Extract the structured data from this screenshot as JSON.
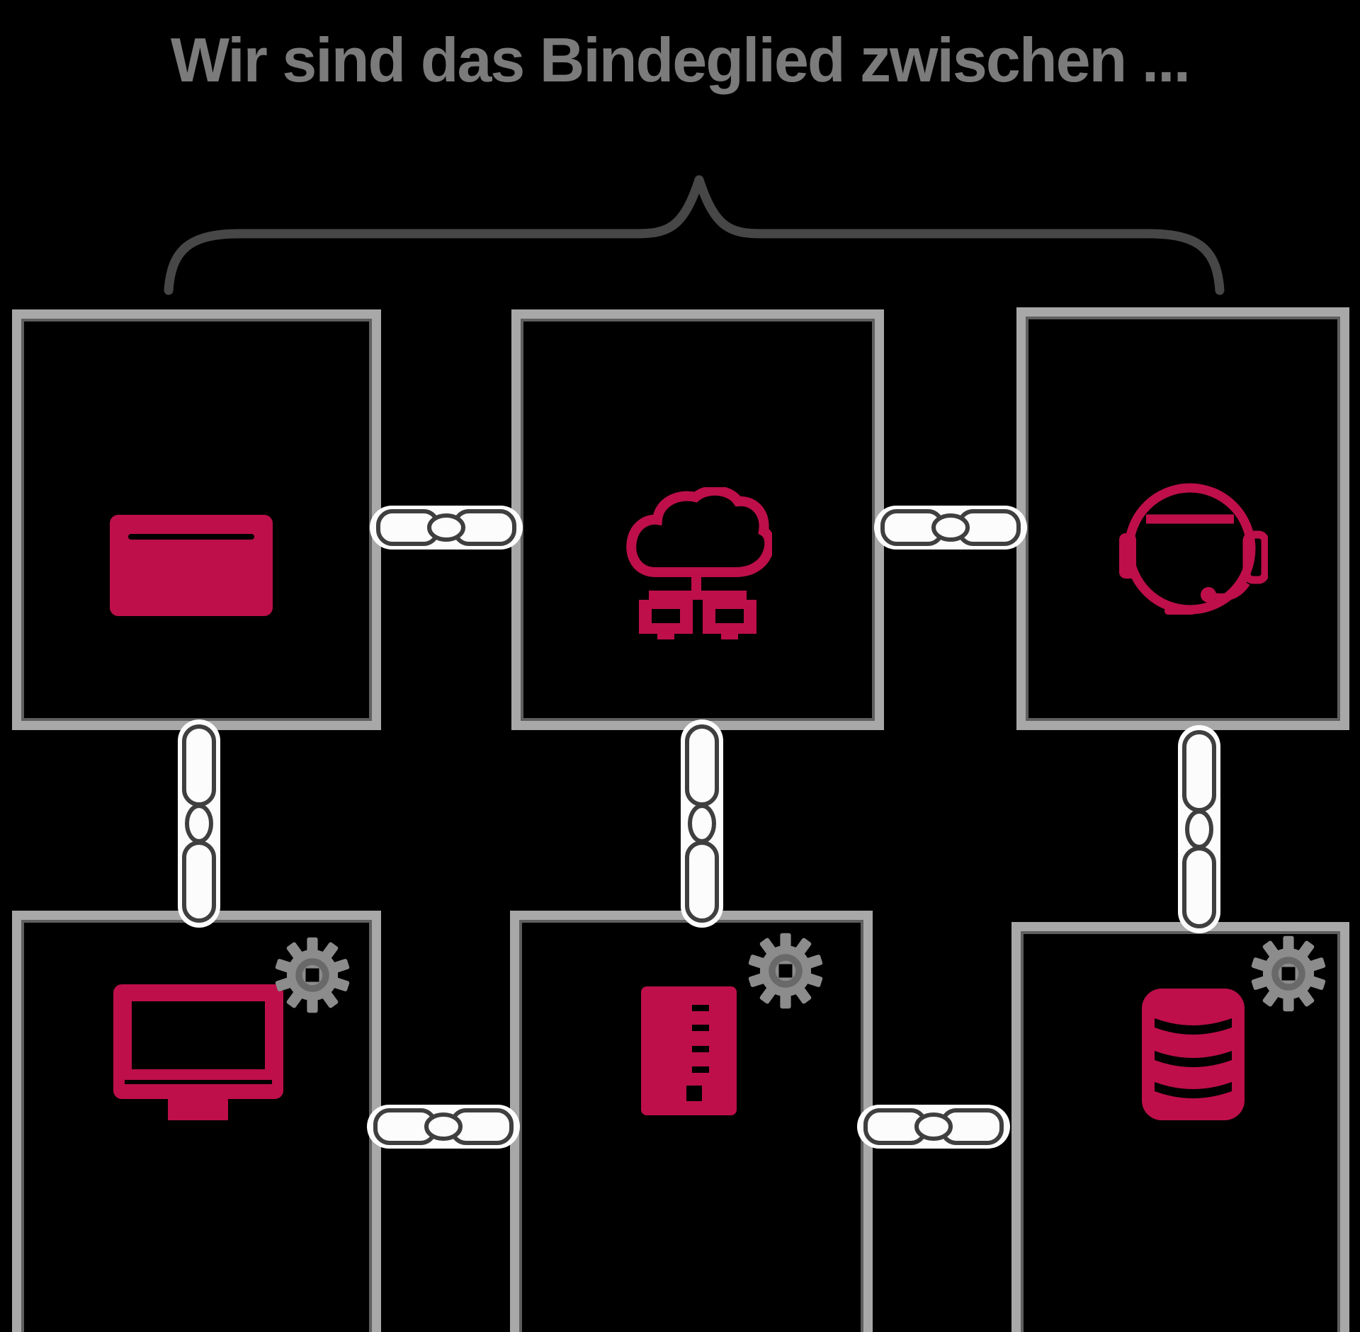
{
  "title": "Wir sind das Bindeglied zwischen ...",
  "colors": {
    "background": "#000000",
    "title_text": "#7b7b7b",
    "brace": "#474747",
    "box_border": "#a8a8a8",
    "box_border_inner": "#5f5f5f",
    "accent_red": "#be0f4b",
    "gear_gray": "#8c8c8c",
    "chain_body": "#fcfcfc",
    "chain_outline": "#3f3f3f",
    "icon_cutout": "#000000"
  },
  "boxes": [
    {
      "name": "browser-card",
      "icon": "card-icon",
      "row": 1,
      "col": 1,
      "has_gear": false
    },
    {
      "name": "cloud-network",
      "icon": "cloud-network-icon",
      "row": 1,
      "col": 2,
      "has_gear": false
    },
    {
      "name": "headset-support",
      "icon": "headset-icon",
      "row": 1,
      "col": 3,
      "has_gear": false
    },
    {
      "name": "desktop-monitor",
      "icon": "monitor-icon",
      "row": 2,
      "col": 1,
      "has_gear": true
    },
    {
      "name": "server-tower",
      "icon": "server-icon",
      "row": 2,
      "col": 2,
      "has_gear": true
    },
    {
      "name": "database",
      "icon": "database-icon",
      "row": 2,
      "col": 3,
      "has_gear": true
    }
  ],
  "connections": [
    {
      "from": "browser-card",
      "to": "cloud-network",
      "type": "chain",
      "orientation": "horizontal"
    },
    {
      "from": "cloud-network",
      "to": "headset-support",
      "type": "chain",
      "orientation": "horizontal"
    },
    {
      "from": "browser-card",
      "to": "desktop-monitor",
      "type": "chain",
      "orientation": "vertical"
    },
    {
      "from": "cloud-network",
      "to": "server-tower",
      "type": "chain",
      "orientation": "vertical"
    },
    {
      "from": "headset-support",
      "to": "database",
      "type": "chain",
      "orientation": "vertical"
    },
    {
      "from": "desktop-monitor",
      "to": "server-tower",
      "type": "chain",
      "orientation": "horizontal"
    },
    {
      "from": "server-tower",
      "to": "database",
      "type": "chain",
      "orientation": "horizontal"
    }
  ]
}
